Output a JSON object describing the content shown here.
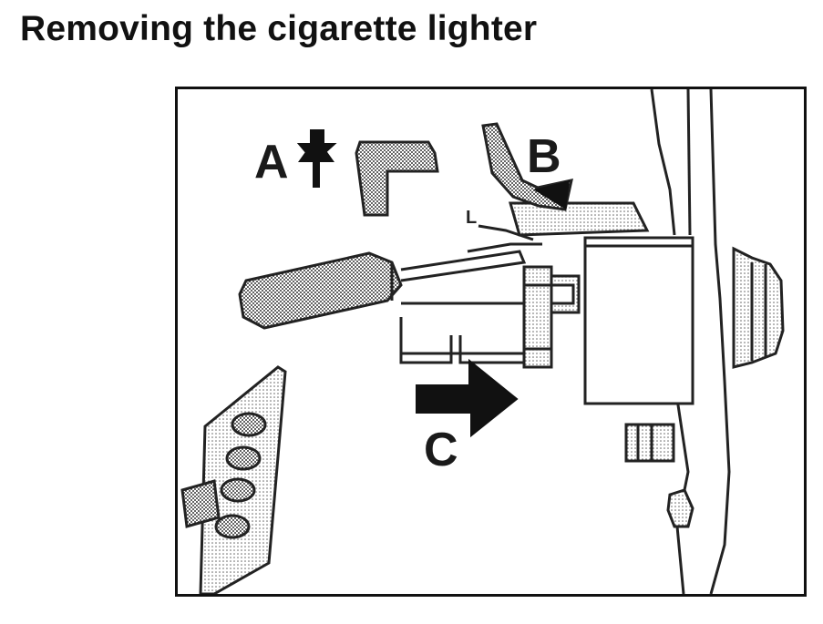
{
  "title": "Removing the cigarette lighter",
  "figure": {
    "callouts": {
      "a": "A",
      "b": "B",
      "c": "C",
      "l": "L"
    }
  }
}
